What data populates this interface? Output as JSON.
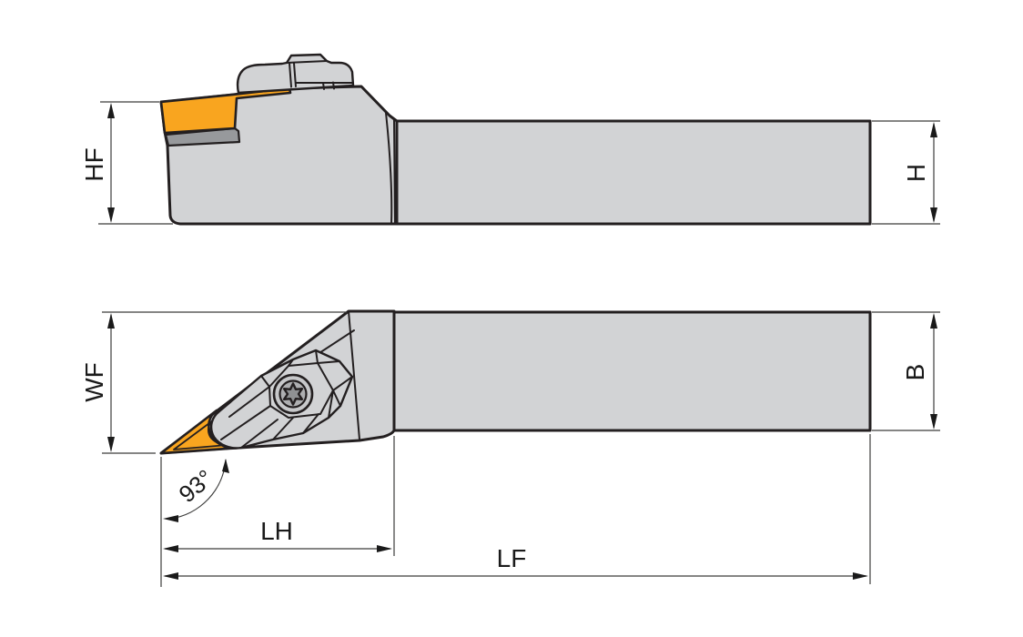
{
  "drawing": {
    "kind": "tool-holder-technical-drawing",
    "views": {
      "upper": "side-view",
      "lower": "top-view"
    }
  },
  "labels": {
    "hf": "HF",
    "h": "H",
    "wf": "WF",
    "b": "B",
    "lh": "LH",
    "lf": "LF",
    "angle": "93°"
  },
  "colors": {
    "body": "#d2d3d5",
    "insert": "#f9a51f",
    "shim": "#97999c",
    "outline": "#231f20",
    "dim": "#3c3c3b",
    "text": "#1a1a1a",
    "screw_ring": "#c7c8ca",
    "screw_inner": "#aeafb1",
    "screw_star": "#8f9193",
    "background": "#ffffff"
  }
}
